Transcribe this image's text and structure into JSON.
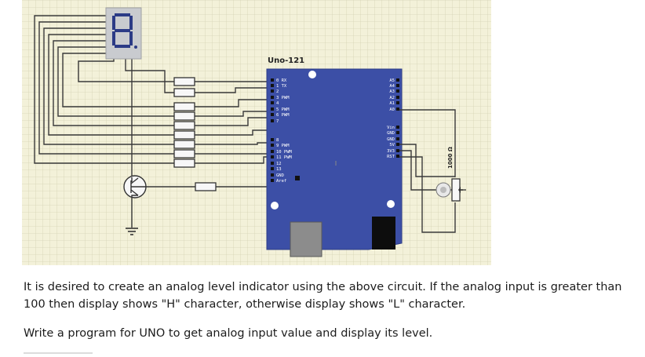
{
  "diagram": {
    "board_name": "Uno-121",
    "seven_segment_digit": "8",
    "left_pin_labels": [
      "0 RX",
      "1 TX",
      "2",
      "3 PWM",
      "4",
      "5 PWM",
      "6 PWM",
      "7",
      "8",
      "9 PWM",
      "10 PWM",
      "11 PWM",
      "12",
      "13",
      "GND",
      "Aref"
    ],
    "right_pin_labels_analog": [
      "A5",
      "A4",
      "A3",
      "A2",
      "A1",
      "A0"
    ],
    "right_pin_labels_power": [
      "Vin",
      "GND",
      "GND",
      "5V",
      "3V3",
      "RST"
    ],
    "pot_value": "1000 Ω",
    "colors": {
      "grid_bg": "#f3f1d9",
      "grid_line": "#d6d3b5",
      "board": "#3c4fa6",
      "wire": "#3a3a3a",
      "display_bg": "#c9cbcf",
      "segment": "#2c3b86"
    }
  },
  "text": {
    "line1": "It is desired to create an analog level indicator using the above circuit. If the analog input is greater than 100 then display shows \"H\" character, otherwise display shows \"L\" character.",
    "line2": "Write a program for UNO to get analog input value and display its level."
  }
}
